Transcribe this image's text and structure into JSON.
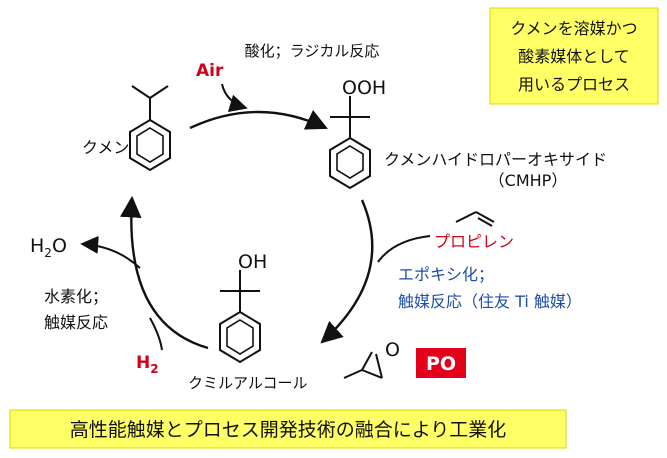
{
  "colors": {
    "yellow_box": "#ffff66",
    "red": "#d0021b",
    "blue": "#1f4ea8",
    "text": "#111111"
  },
  "top_box": {
    "lines": [
      "クメンを溶媒かつ",
      "酸素媒体として",
      "用いるプロセス"
    ]
  },
  "top_label": "酸化；ラジカル反応",
  "air_label": "Air",
  "cumene_label": "クメン",
  "cmhp_ooh": "OOH",
  "cmhp_name": "クメンハイドロパーオキサイド",
  "cmhp_abbr": "（CMHP）",
  "propylene_label": "プロピレン",
  "epoxidation_lines": [
    "エポキシ化；",
    "触媒反応（住友 Ti 触媒）"
  ],
  "h2o_label": {
    "main": "H",
    "sub": "2",
    "tail": "O"
  },
  "hydrogenation_lines": [
    "水素化；",
    "触媒反応"
  ],
  "h2_label": {
    "main": "H",
    "sub": "2"
  },
  "cmhp_oh": "OH",
  "cumyl_alcohol_label": "クミルアルコール",
  "epoxide_o": "O",
  "po_label": "PO",
  "footer": "高性能触媒とプロセス開発技術の融合により工業化"
}
